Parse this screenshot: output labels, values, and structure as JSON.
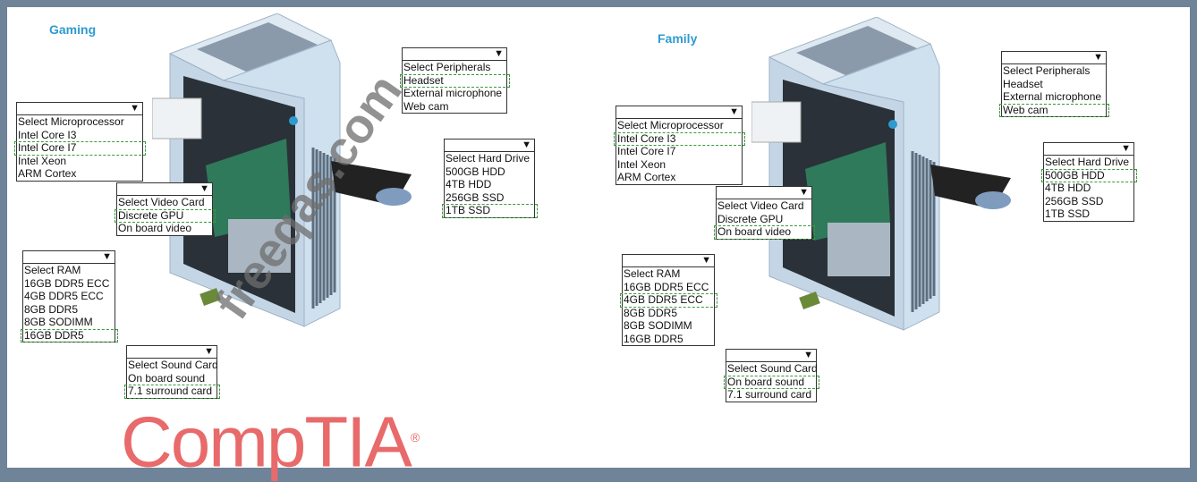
{
  "panels": [
    {
      "title": "Gaming",
      "dropdowns": {
        "peripherals": {
          "options": [
            "Select Peripherals",
            "Headset",
            "External microphone",
            "Web cam"
          ],
          "selected": 1
        },
        "microprocessor": {
          "options": [
            "Select Microprocessor",
            "Intel Core I3",
            "Intel Core I7",
            "Intel Xeon",
            "ARM Cortex"
          ],
          "selected": 2
        },
        "video": {
          "options": [
            "Select Video Card",
            "Discrete GPU",
            "On board video"
          ],
          "selected": 1
        },
        "harddrive": {
          "options": [
            "Select Hard Drive",
            "500GB HDD",
            "4TB HDD",
            "256GB SSD",
            "1TB SSD"
          ],
          "selected": 4
        },
        "ram": {
          "options": [
            "Select RAM",
            "16GB DDR5 ECC",
            "4GB DDR5 ECC",
            "8GB DDR5",
            "8GB SODIMM",
            "16GB DDR5"
          ],
          "selected": 5
        },
        "sound": {
          "options": [
            "Select Sound Card",
            "On board sound",
            "7.1 surround card"
          ],
          "selected": 2
        }
      }
    },
    {
      "title": "Family",
      "dropdowns": {
        "peripherals": {
          "options": [
            "Select Peripherals",
            "Headset",
            "External microphone",
            "Web cam"
          ],
          "selected": 3
        },
        "microprocessor": {
          "options": [
            "Select Microprocessor",
            "Intel Core I3",
            "Intel Core I7",
            "Intel Xeon",
            "ARM Cortex"
          ],
          "selected": 1
        },
        "video": {
          "options": [
            "Select Video Card",
            "Discrete GPU",
            "On board video"
          ],
          "selected": 2
        },
        "harddrive": {
          "options": [
            "Select Hard Drive",
            "500GB HDD",
            "4TB HDD",
            "256GB SSD",
            "1TB SSD"
          ],
          "selected": 1
        },
        "ram": {
          "options": [
            "Select RAM",
            "16GB DDR5 ECC",
            "4GB DDR5 ECC",
            "8GB DDR5",
            "8GB SODIMM",
            "16GB DDR5"
          ],
          "selected": 2
        },
        "sound": {
          "options": [
            "Select Sound Card",
            "On board sound",
            "7.1 surround card"
          ],
          "selected": 1
        }
      }
    }
  ],
  "arrow_glyph": "▼",
  "watermark": "freeqas.com",
  "logo": {
    "text": "CompTIA",
    "mark": "®"
  },
  "colors": {
    "frame": "#6f8399",
    "title": "#2e9bd0",
    "selection": "#3a9a3a",
    "logo": "#e86a6a"
  }
}
